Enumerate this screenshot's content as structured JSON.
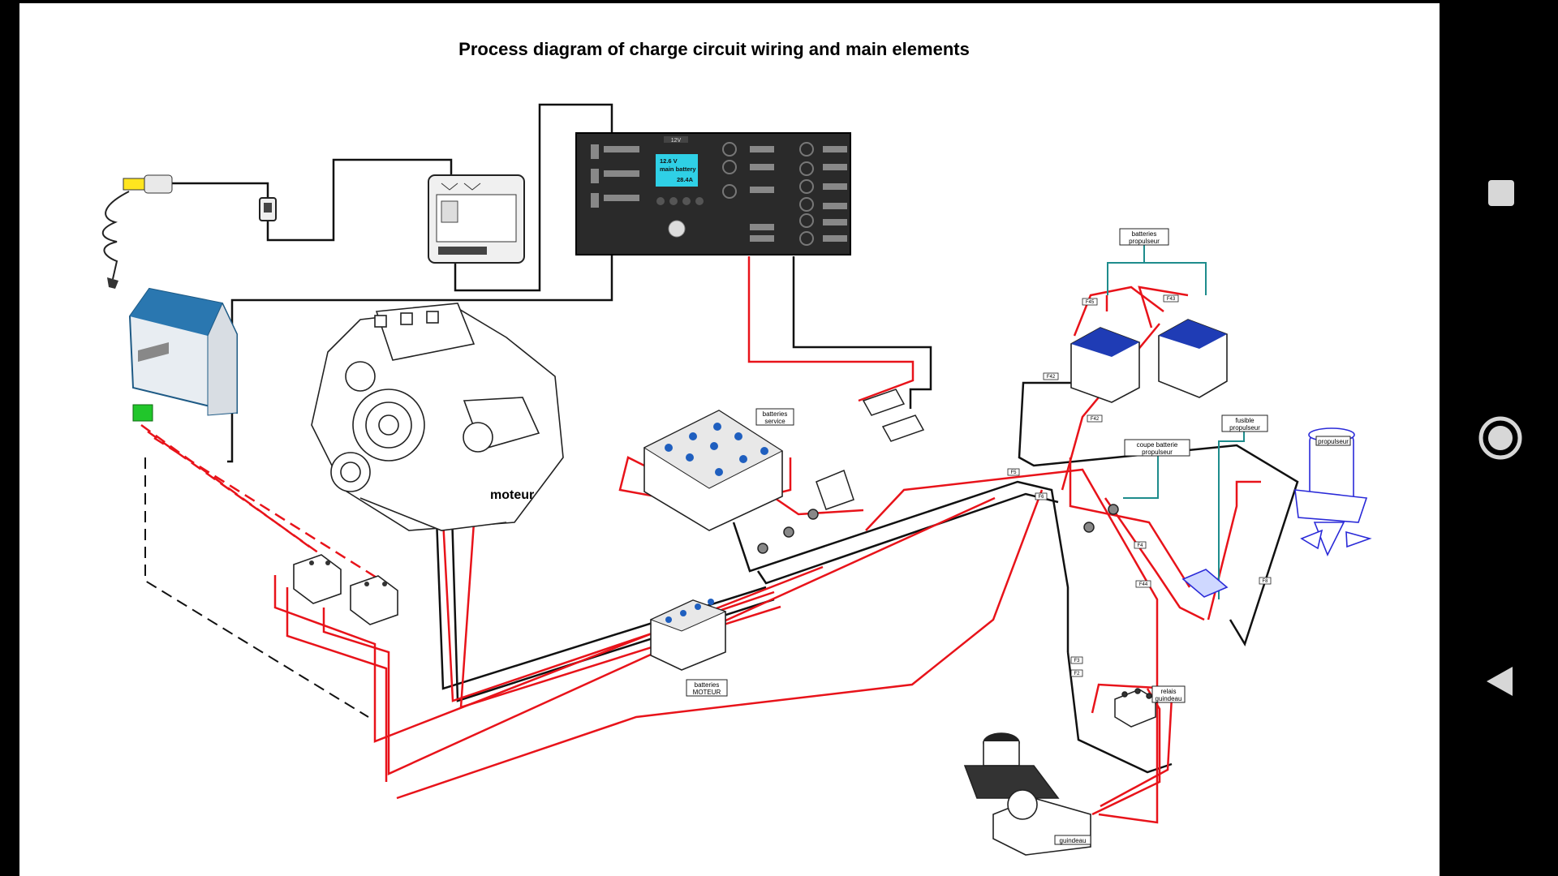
{
  "diagram": {
    "title": "Process diagram of charge circuit wiring and main elements",
    "engine_label": "moteur",
    "callouts": {
      "batteries_propulseur": [
        "batteries",
        "propulseur"
      ],
      "batteries_service": [
        "batteries",
        "service"
      ],
      "coupe_batterie_propulseur": [
        "coupe batterie",
        "propulseur"
      ],
      "fusible_propulseur": [
        "fusible",
        "propulseur"
      ],
      "batteries_moteur": [
        "batteries",
        "MOTEUR"
      ],
      "relais_guindeau": [
        "relais",
        "guindeau"
      ],
      "propulseur": "propulseur",
      "guindeau": "guindeau"
    },
    "panel": {
      "header": "12V",
      "display_line1": "12.6 V",
      "display_line2": "main battery",
      "display_line3": "28.4A"
    },
    "wire_tags": [
      "F45",
      "F43",
      "F42",
      "F42",
      "F5",
      "F6",
      "F4",
      "F44",
      "F8",
      "F3",
      "F2"
    ],
    "colors": {
      "positive_wire": "#e8131a",
      "negative_wire": "#111111",
      "callout_line": "#1e8c8c",
      "battery_top": "#1f3cb5",
      "charger_blue": "#2a77b0",
      "thruster_blue": "#2a2ad8"
    }
  },
  "navigation_bar": {
    "buttons": [
      {
        "name": "recent-apps-button",
        "icon": "square-icon"
      },
      {
        "name": "home-button",
        "icon": "circle-icon"
      },
      {
        "name": "back-button",
        "icon": "triangle-back-icon"
      }
    ]
  }
}
